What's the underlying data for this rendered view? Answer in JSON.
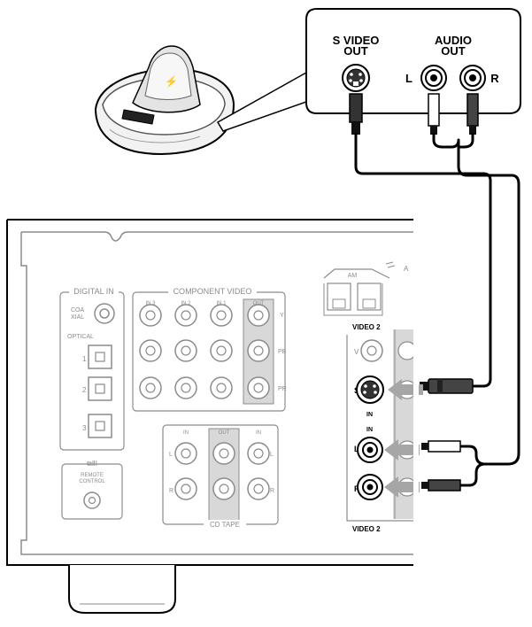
{
  "dock": {
    "panel_labels": {
      "svideo_line1": "S VIDEO",
      "svideo_line2": "OUT",
      "audio_line1": "AUDIO",
      "audio_line2": "OUT",
      "left": "L",
      "right": "R"
    }
  },
  "receiver": {
    "digital_in": "DIGITAL IN",
    "coaxial_line1": "COA",
    "coaxial_line2": "XIAL",
    "optical": "OPTICAL",
    "optical_ports": [
      "1",
      "2",
      "3"
    ],
    "component_video": "COMPONENT VIDEO",
    "component_inputs": [
      "IN 3",
      "IN 2",
      "IN 1",
      "OUT"
    ],
    "component_rows": [
      "Y",
      "PB",
      "PR"
    ],
    "am": "AM",
    "antenna_suffix": "A",
    "video2_top": "VIDEO 2",
    "video2_bottom": "VIDEO 2",
    "v_label": "V",
    "s_label": "S",
    "l_label": "L",
    "r_label": "R",
    "in_top": "IN",
    "in_bottom": "IN",
    "cd_tape_in_left": "IN",
    "cd_tape_out": "OUT",
    "cd_tape_in_right": "IN",
    "cd_tape": "CD TAPE",
    "remote_control": "REMOTE CONTROL",
    "remote_line1": "REMOTE",
    "remote_line2": "CONTROL"
  },
  "colors": {
    "line": "#000000",
    "panel_gray": "#8c8c8c",
    "arrow_gray": "#a6a6a6",
    "shade": "#d8d8d8"
  }
}
